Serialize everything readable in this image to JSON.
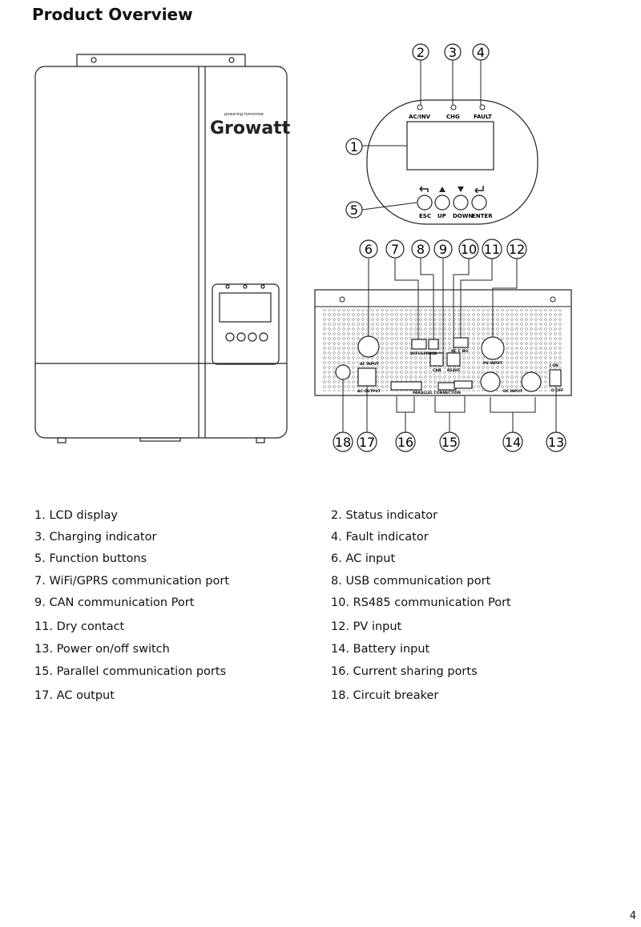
{
  "page": {
    "title": "Product Overview",
    "page_number": "4"
  },
  "device": {
    "brand": "Growatt",
    "tagline": "powering tomorrow"
  },
  "panel": {
    "led_labels": [
      "AC/INV",
      "CHG",
      "FAULT"
    ],
    "button_labels": [
      "ESC",
      "UP",
      "DOWN",
      "ENTER"
    ]
  },
  "bottom_labels": {
    "ac_input": "AC INPUT",
    "ac_output": "AC OUTPUT",
    "wifi": "WIFI/GPRS",
    "usb": "USB",
    "can": "CAN",
    "rs485": "RS485",
    "dry_contact": "NC C NO",
    "pv_input": "PV INPUT",
    "parallel_connection": "PARALLEL CONNECTION",
    "dc_input": "DC INPUT",
    "switch_on": "I ON",
    "switch_off": "O OFF"
  },
  "callouts": [
    "1",
    "2",
    "3",
    "4",
    "5",
    "6",
    "7",
    "8",
    "9",
    "10",
    "11",
    "12",
    "13",
    "14",
    "15",
    "16",
    "17",
    "18"
  ],
  "legend": [
    "1. LCD display",
    "2. Status indicator",
    "3. Charging indicator",
    "4. Fault indicator",
    "5. Function buttons",
    "6. AC input",
    "7. WiFi/GPRS communication port",
    "8. USB communication port",
    "9. CAN communication Port",
    "10. RS485 communication Port",
    "11. Dry contact",
    "12. PV input",
    "13. Power on/off switch",
    "14. Battery input",
    "15. Parallel communication ports",
    "16. Current sharing ports",
    "17. AC output",
    "18. Circuit breaker"
  ]
}
